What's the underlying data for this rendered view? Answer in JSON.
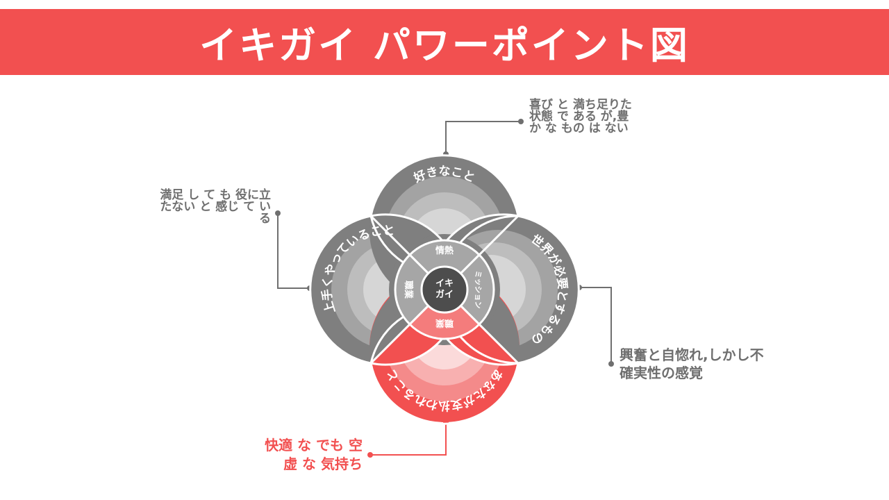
{
  "header": {
    "title": "イキガイ パワーポイント図"
  },
  "colors": {
    "accent": "#f25050",
    "gray": "#7f7f7f",
    "center": "#4d4d4d"
  },
  "circles": {
    "top": "好きなこと",
    "left": "上手くやっていること",
    "right": "世界が必要とするもの",
    "bottom": "あなたが支払われること"
  },
  "inner": {
    "top": "情熱",
    "left": "職業",
    "right": "ミッション",
    "bottom": "職業",
    "center_line1": "イキ",
    "center_line2": "ガイ"
  },
  "notes": {
    "top": [
      "喜び と 満ち足りた",
      "状態 で ある が,豊",
      "か な もの は ない"
    ],
    "left": [
      "満足 し て も 役に立",
      "たない と 感じ て い",
      "る"
    ],
    "right": [
      "興奮と自惚れ,しかし不",
      "確実性の感覚"
    ],
    "bottom": [
      "快適 な でも 空",
      "虚 な 気持ち"
    ]
  }
}
